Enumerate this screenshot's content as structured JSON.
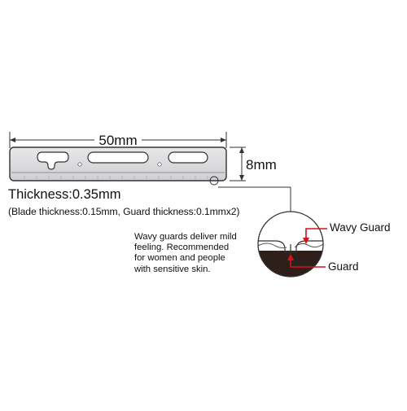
{
  "diagram": {
    "width_label": "50mm",
    "height_label": "8mm",
    "thickness": "Thickness:0.35mm",
    "thickness_detail": "(Blade thickness:0.15mm, Guard thickness:0.1mmx2)",
    "description_lines": [
      "Wavy guards deliver mild",
      "feeling. Recommended",
      "for women and people",
      "with sensitive skin."
    ],
    "callouts": {
      "wavy_guard": "Wavy Guard",
      "guard": "Guard"
    }
  },
  "colors": {
    "blade_fill": "#d7d7d9",
    "outline": "#333333",
    "callout_arrow": "#d2141c",
    "guard_dark": "#2e1f1b"
  }
}
